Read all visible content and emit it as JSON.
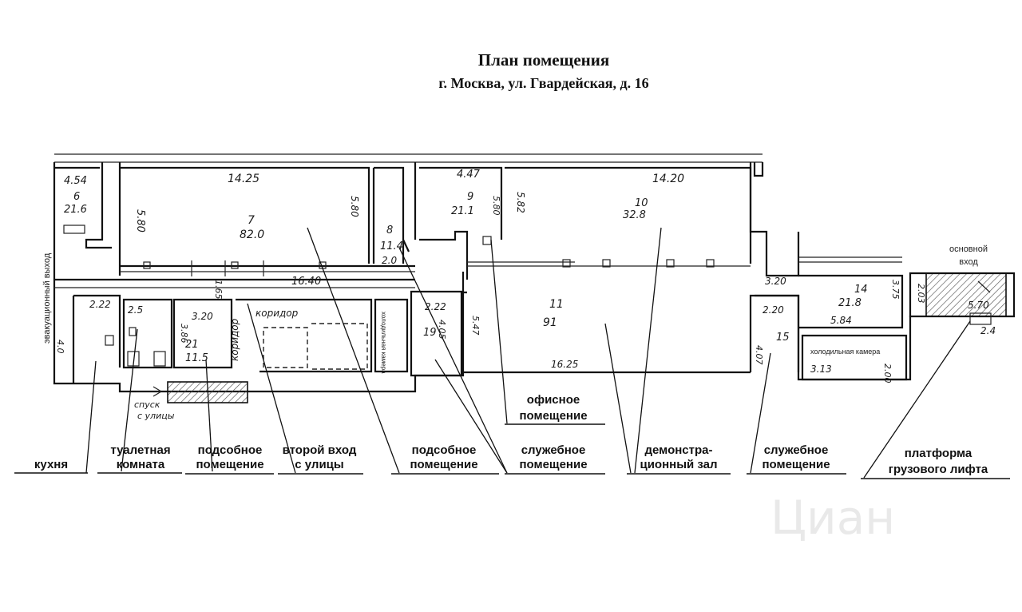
{
  "title": "План помещения",
  "subtitle": "г. Москва, ул. Гвардейская, д. 16",
  "watermark": "Циан",
  "rooms": [
    {
      "id": "6",
      "area": "21.6",
      "width": "4.54"
    },
    {
      "id": "7",
      "area": "82.0",
      "width": "14.25",
      "height": "5.80"
    },
    {
      "id": "8",
      "area": "11.4",
      "height": "5.80",
      "extra": "2.0"
    },
    {
      "id": "9",
      "area": "21.1",
      "width": "4.47",
      "height": "5.80"
    },
    {
      "id": "10",
      "area": "32.8",
      "width": "14.20",
      "height": "5.82"
    },
    {
      "id": "11",
      "area": "91",
      "width": "16.25",
      "height": "5.47"
    },
    {
      "id": "14",
      "area": "21.8",
      "width": "5.84",
      "height": "3.75"
    },
    {
      "id": "15",
      "area": "",
      "width": "2.20",
      "height": "4.07"
    },
    {
      "id": "19",
      "area": "",
      "width": "2.22",
      "height": "4.05"
    },
    {
      "id": "21",
      "area": "11.5",
      "width": "3.20",
      "height": "3.86"
    }
  ],
  "dims": {
    "corridor_len": "16.40",
    "corridor_h": "1.65",
    "kitchen_w": "2.22",
    "kitchen_h": "4.0",
    "toilet_w": "2.5",
    "lobby_w": "3.20",
    "cold_w": "3.13",
    "cold_h": "2.00",
    "lift_w": "5.70",
    "lift_h": "2.03",
    "lift_w2": "2.4"
  },
  "plan_labels": {
    "evac_exit": "эвакуационный выход",
    "corridor_a": "коридор",
    "corridor_b": "коридор",
    "cold_small": "холодильная камера",
    "cold_big": "холодильная камера",
    "stairs_down_1": "спуск",
    "stairs_down_2": "с улицы",
    "main_entrance_1": "основной",
    "main_entrance_2": "вход"
  },
  "callouts": [
    {
      "key": "kitchen",
      "lines": [
        "кухня"
      ]
    },
    {
      "key": "toilet",
      "lines": [
        "туалетная",
        "комната"
      ]
    },
    {
      "key": "aux1",
      "lines": [
        "подсобное",
        "помещение"
      ]
    },
    {
      "key": "entry2",
      "lines": [
        "второй вход",
        "с улицы"
      ]
    },
    {
      "key": "aux2",
      "lines": [
        "подсобное",
        "помещение"
      ]
    },
    {
      "key": "service1",
      "lines": [
        "служебное",
        "помещение"
      ]
    },
    {
      "key": "office",
      "lines": [
        "офисное",
        "помещение"
      ]
    },
    {
      "key": "demo",
      "lines": [
        "демонстра-",
        "ционный зал"
      ]
    },
    {
      "key": "service2",
      "lines": [
        "служебное",
        "помещение"
      ]
    },
    {
      "key": "lift",
      "lines": [
        "платформа",
        "грузового лифта"
      ]
    }
  ]
}
